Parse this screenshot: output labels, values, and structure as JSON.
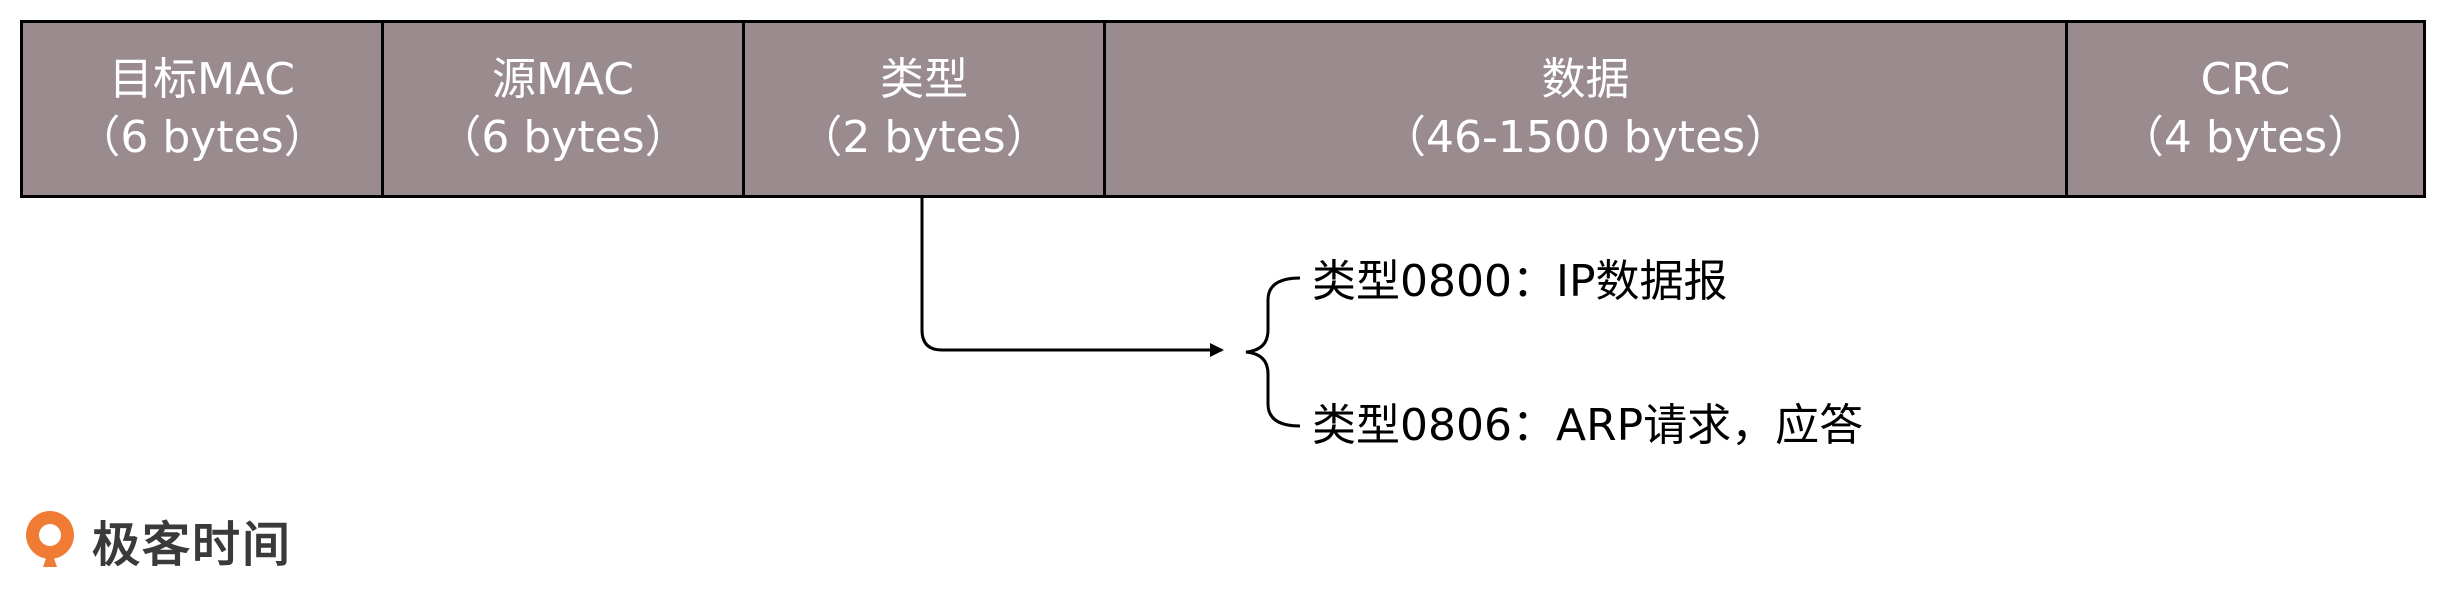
{
  "fields": [
    {
      "name": "目标MAC",
      "size": "（6 bytes）"
    },
    {
      "name": "源MAC",
      "size": "（6 bytes）"
    },
    {
      "name": "类型",
      "size": "（2 bytes）"
    },
    {
      "name": "数据",
      "size": "（46-1500 bytes）"
    },
    {
      "name": "CRC",
      "size": "（4 bytes）"
    }
  ],
  "type_notes": [
    "类型0800：IP数据报",
    "类型0806：ARP请求，应答"
  ],
  "brand": {
    "name": "极客时间",
    "icon": "geektime-logo-icon",
    "color": "#f07b34"
  },
  "colors": {
    "field_fill": "#9a8b8f",
    "field_text": "#ffffff",
    "line": "#000000"
  }
}
